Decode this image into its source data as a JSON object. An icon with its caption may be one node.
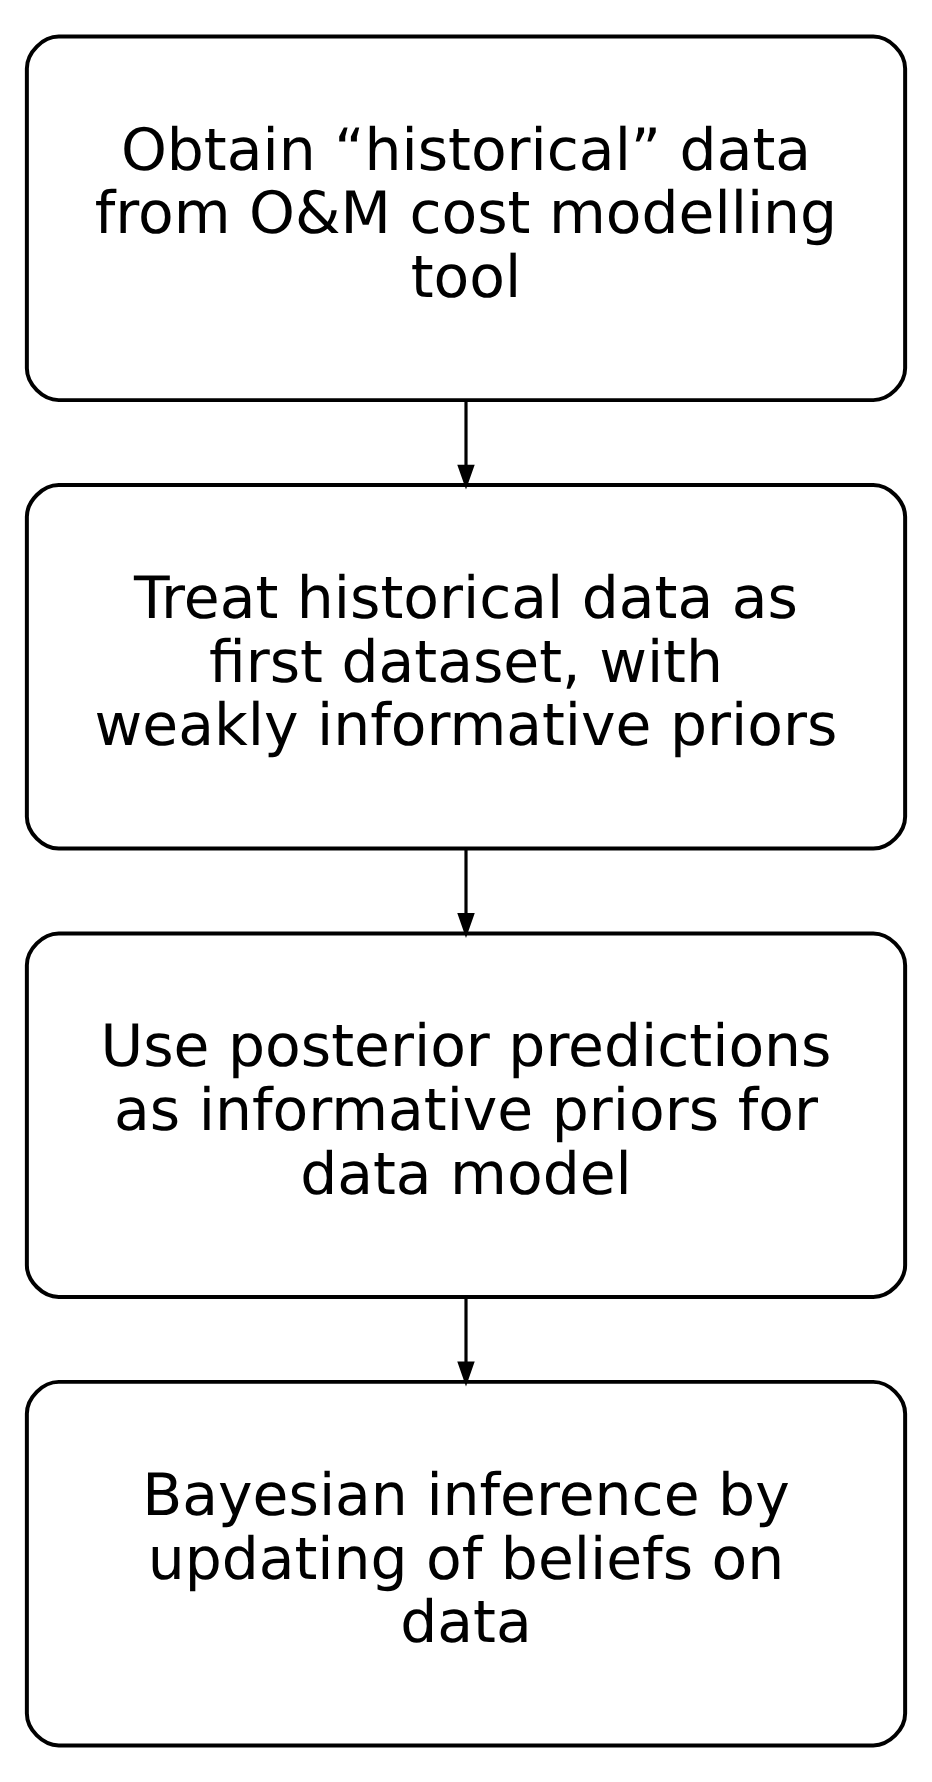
{
  "diagram": {
    "nodes": [
      {
        "text": [
          "Obtain “historical” data from O&M cost modelling tool"
        ]
      },
      {
        "text": [
          "Treat historical data as first dataset, with weakly informative priors"
        ]
      },
      {
        "text": [
          "Use posterior predictions as informative priors for data model"
        ]
      },
      {
        "text": [
          "Bayesian inference by updating of beliefs on data"
        ]
      }
    ],
    "edges": [
      {
        "from": 0,
        "to": 1,
        "arrow": "to"
      },
      {
        "from": 1,
        "to": 2,
        "arrow": "to"
      },
      {
        "from": 2,
        "to": 3,
        "arrow": "to"
      }
    ]
  }
}
